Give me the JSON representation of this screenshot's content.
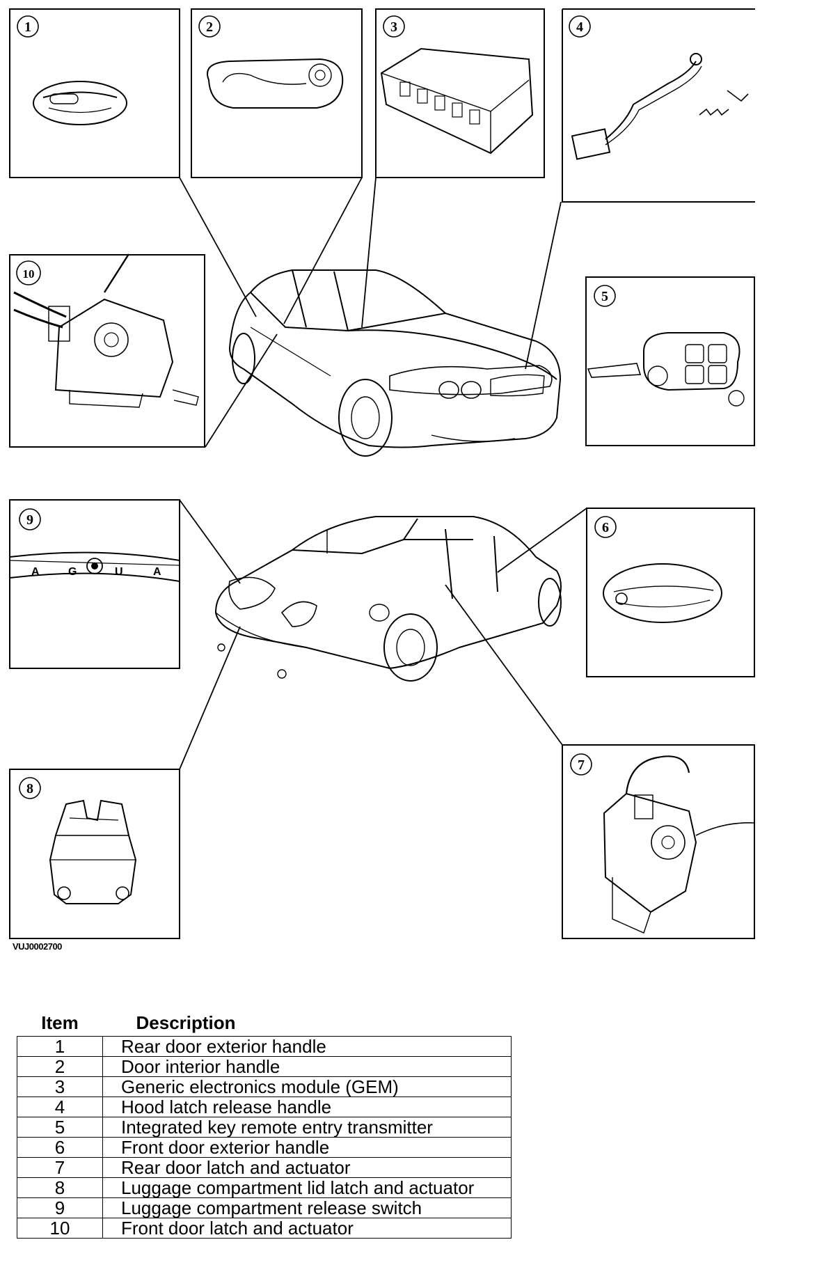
{
  "diagram": {
    "callouts": [
      {
        "id": "callout-1",
        "number": "1"
      },
      {
        "id": "callout-2",
        "number": "2"
      },
      {
        "id": "callout-3",
        "number": "3"
      },
      {
        "id": "callout-4",
        "number": "4"
      },
      {
        "id": "callout-5",
        "number": "5"
      },
      {
        "id": "callout-6",
        "number": "6"
      },
      {
        "id": "callout-7",
        "number": "7"
      },
      {
        "id": "callout-8",
        "number": "8"
      },
      {
        "id": "callout-9",
        "number": "9"
      },
      {
        "id": "callout-10",
        "number": "10"
      }
    ],
    "badge_letters": [
      "A",
      "G",
      "U",
      "A"
    ],
    "reference_code": "VUJ0002700"
  },
  "legend": {
    "headers": {
      "item": "Item",
      "description": "Description"
    },
    "rows": [
      {
        "item": "1",
        "description": "Rear door exterior handle"
      },
      {
        "item": "2",
        "description": "Door interior handle"
      },
      {
        "item": "3",
        "description": "Generic electronics module (GEM)"
      },
      {
        "item": "4",
        "description": "Hood latch release handle"
      },
      {
        "item": "5",
        "description": "Integrated key remote entry transmitter"
      },
      {
        "item": "6",
        "description": "Front door exterior handle"
      },
      {
        "item": "7",
        "description": "Rear door latch and actuator"
      },
      {
        "item": "8",
        "description": "Luggage compartment lid latch and actuator"
      },
      {
        "item": "9",
        "description": "Luggage compartment release switch"
      },
      {
        "item": "10",
        "description": "Front door latch and actuator"
      }
    ]
  }
}
